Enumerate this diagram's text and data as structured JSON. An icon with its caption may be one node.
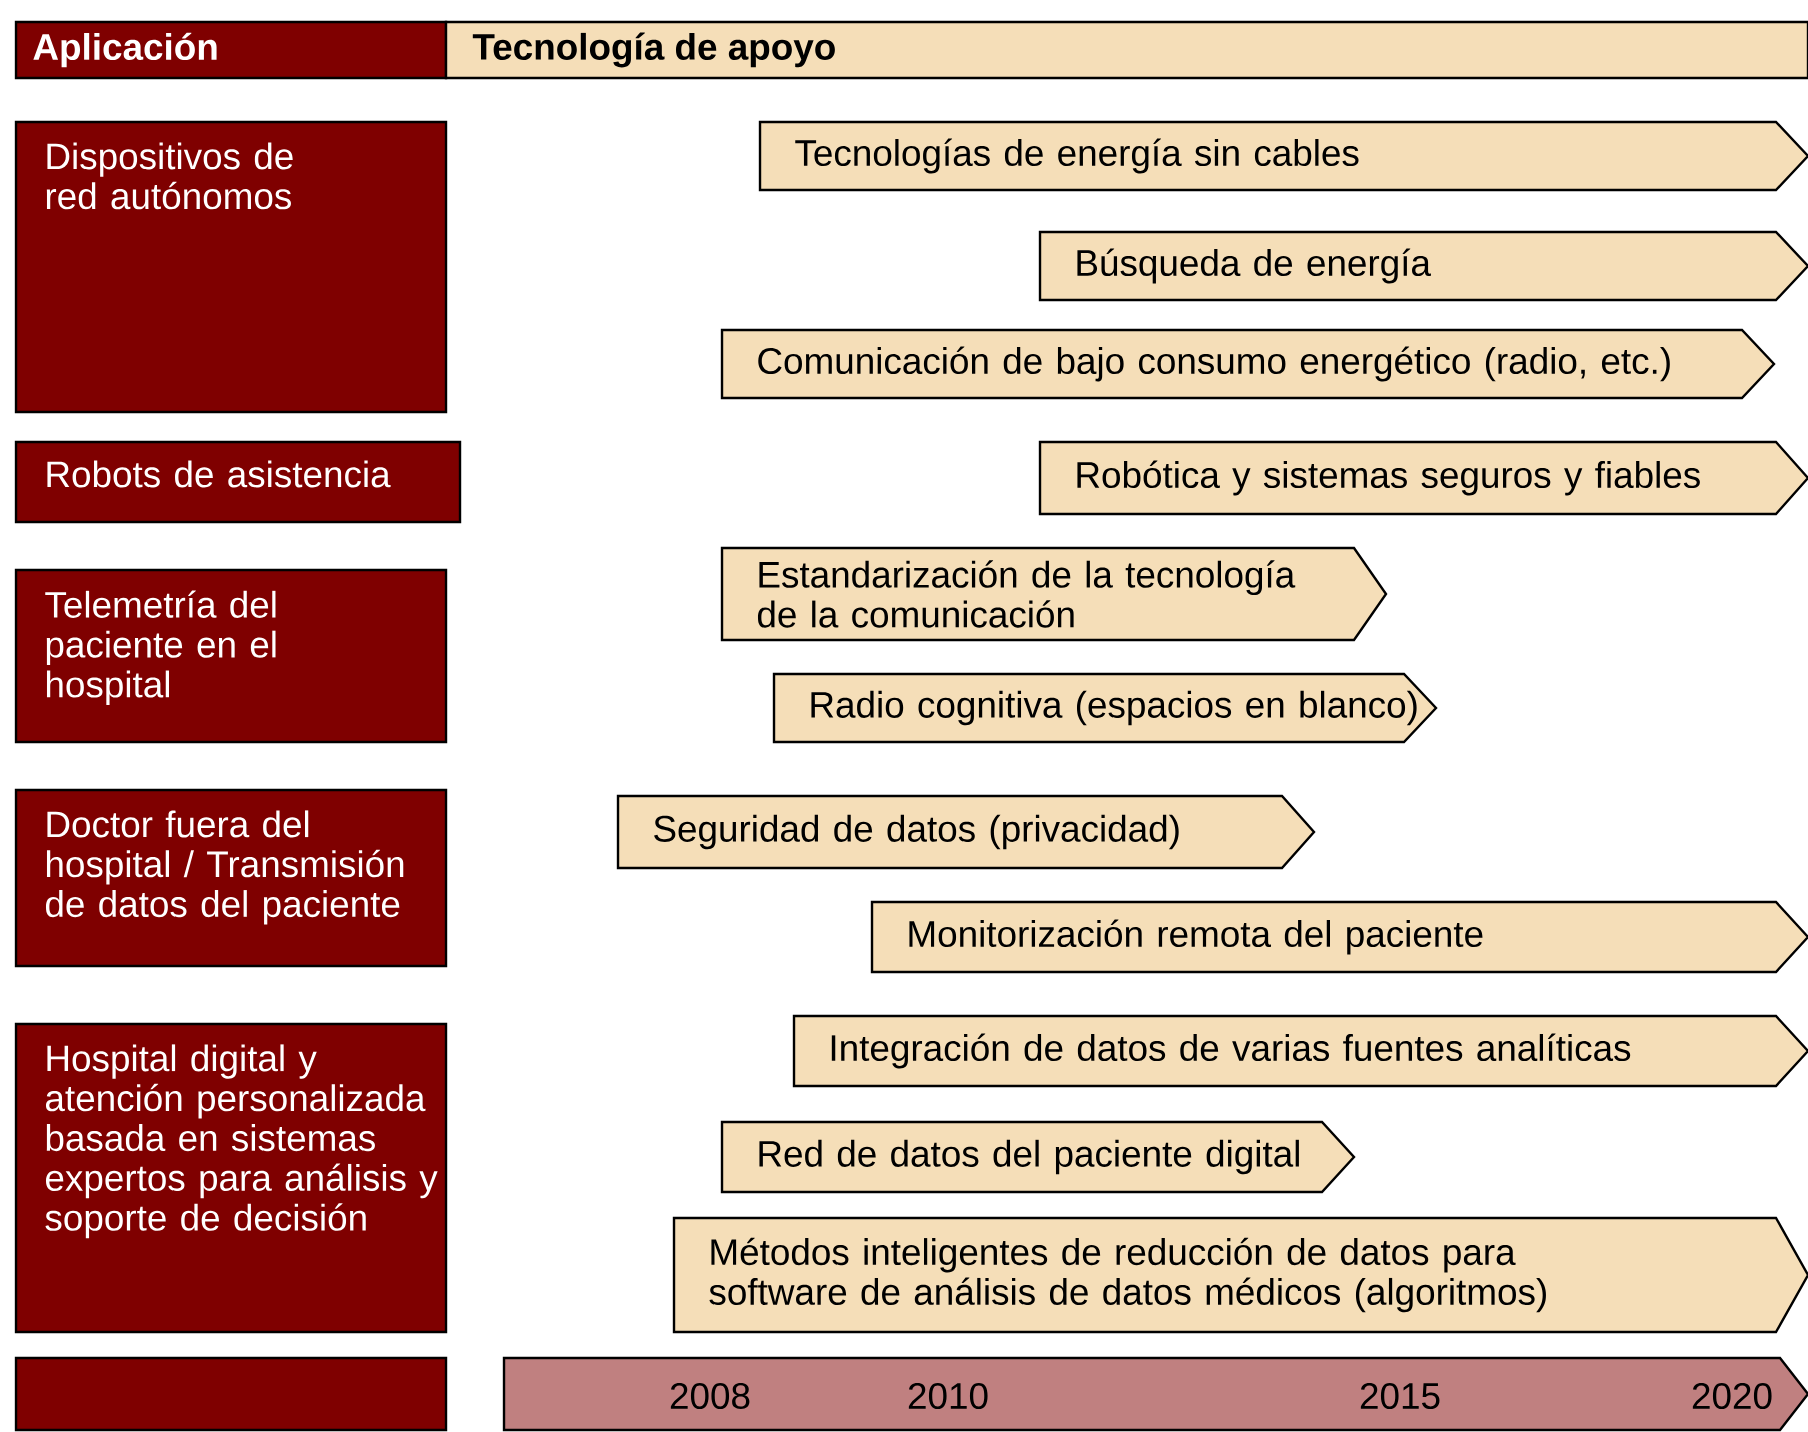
{
  "diagram": {
    "nodes": [
      {
        "text": [
          "Aplicación"
        ]
      },
      {
        "text": [
          "Tecnología de apoyo"
        ]
      },
      {
        "text": [
          "Dispositivos de red autónomos"
        ]
      },
      {
        "text": [
          "Tecnologías de energía sin cables"
        ]
      },
      {
        "text": [
          "Búsqueda de energía"
        ]
      },
      {
        "text": [
          "Comunicación de bajo consumo energético (radio, etc.)"
        ]
      },
      {
        "text": [
          "Robots de asistencia"
        ]
      },
      {
        "text": [
          "Robótica y sistemas seguros y fiables"
        ]
      },
      {
        "text": [
          "Telemetría del paciente en el hospital"
        ]
      },
      {
        "text": [
          "Estandarización de la tecnología de la comunicación"
        ]
      },
      {
        "text": [
          "Radio cognitiva (espacios en blanco)"
        ]
      },
      {
        "text": [
          "Doctor fuera del hospital / Transmisión de datos del paciente"
        ]
      },
      {
        "text": [
          "Seguridad de datos (privacidad)"
        ]
      },
      {
        "text": [
          "Monitorización remota del paciente"
        ]
      },
      {
        "text": [
          "Hospital digital y atención personalizada basada en sistemas expertos para análisis y soporte de decisión"
        ]
      },
      {
        "text": [
          "Integración de datos de varias fuentes analíticas"
        ]
      },
      {
        "text": [
          "Red de datos del paciente digital"
        ]
      },
      {
        "text": [
          "Métodos inteligentes de reducción de datos para software de análisis de datos médicos (algoritmos)"
        ]
      },
      {
        "text": [],
        "shape": "box"
      },
      {
        "text": [
          "2008",
          "2010",
          "2015",
          "2020"
        ]
      }
    ]
  }
}
